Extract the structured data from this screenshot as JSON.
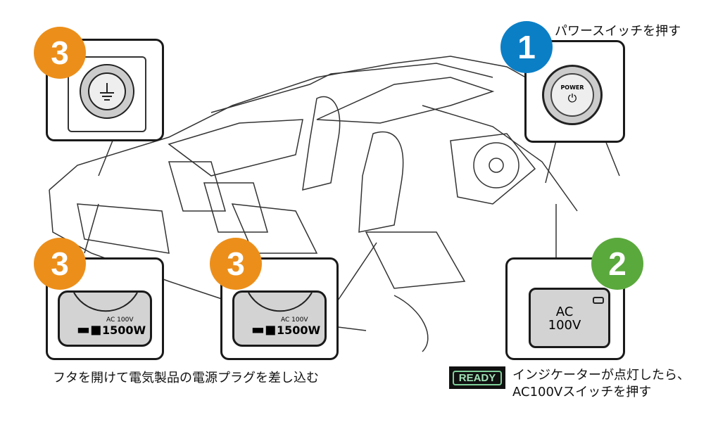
{
  "colors": {
    "orange": "#ec8f1a",
    "blue": "#0b7fc6",
    "green": "#5aa93c",
    "panel": "#d3d3d3"
  },
  "badges": {
    "step1": "1",
    "step2": "2",
    "step3": "3"
  },
  "power_button": {
    "label": "POWER",
    "icon": "power-icon"
  },
  "outlet_panel": {
    "voltage": "AC 100V",
    "wattage": "1500W",
    "icon": "plug-icon"
  },
  "ac_switch": {
    "line1": "AC",
    "line2": "100V"
  },
  "ground_icon": "ground-knob-icon",
  "captions": {
    "step1": "パワースイッチを押す",
    "step3": "フタを開けて電気製品の電源プラグを差し込む",
    "step2_line1": "インジケーターが点灯したら、",
    "step2_line2": "AC100Vスイッチを押す"
  },
  "ready_indicator": "READY"
}
